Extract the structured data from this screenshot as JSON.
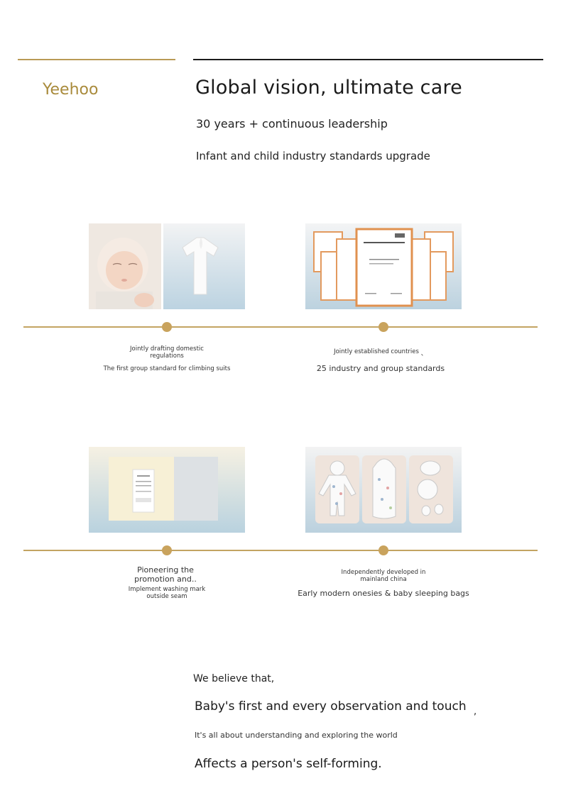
{
  "header": {
    "brand": "Yeehoo",
    "title": "Global vision, ultimate care",
    "subtitle_1": "30 years + continuous leadership",
    "subtitle_2": "Infant and child industry standards upgrade"
  },
  "milestones": [
    {
      "image": "baby-and-bodysuit-photo",
      "line1": "Jointly drafting domestic regulations",
      "line2": "The first group standard for climbing suits"
    },
    {
      "image": "certificates-photo",
      "line1": "Jointly established countries",
      "mark": "、",
      "line2": "25 industry and group standards"
    },
    {
      "image": "washing-label-photo",
      "line1": "Pioneering the promotion and..",
      "line2": "Implement washing mark outside seam"
    },
    {
      "image": "onesies-sleeping-bags-photo",
      "line1": "Independently developed in mainland china",
      "line2": "Early modern onesies & baby sleeping bags"
    }
  ],
  "quote": {
    "line1": "We believe that,",
    "line2": "Baby's first and every observation and touch",
    "line2_tail": ",",
    "line3": "It's all about understanding and exploring the world",
    "line4": "Affects a person's self-forming."
  },
  "colors": {
    "gold": "#b99a55",
    "dot": "#c9a35d",
    "brand_text": "#a98b3c",
    "black_rule": "#1b1b1b"
  }
}
